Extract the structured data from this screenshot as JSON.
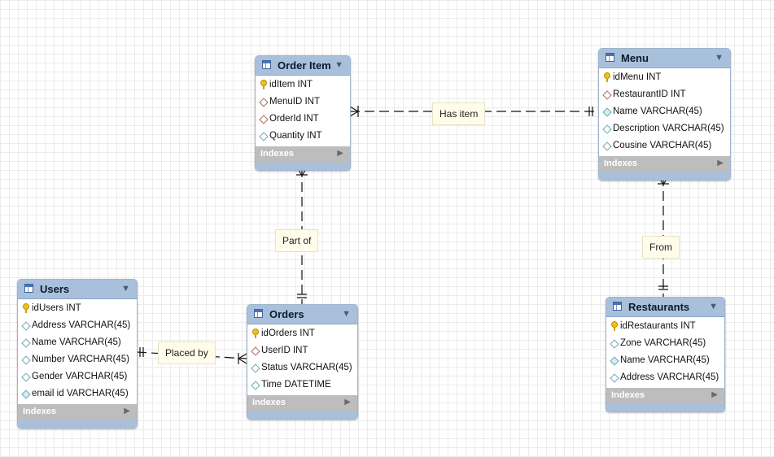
{
  "entities": {
    "order_item": {
      "title": "Order Item",
      "columns": [
        {
          "label": "idItem INT",
          "icon": "primary-key-icon"
        },
        {
          "label": "MenuID INT",
          "icon": "foreign-key-icon"
        },
        {
          "label": "OrderId INT",
          "icon": "foreign-key-icon"
        },
        {
          "label": "Quantity INT",
          "icon": "attribute-icon"
        }
      ],
      "indexes_label": "Indexes"
    },
    "menu": {
      "title": "Menu",
      "columns": [
        {
          "label": "idMenu INT",
          "icon": "primary-key-icon"
        },
        {
          "label": "RestaurantID INT",
          "icon": "foreign-key-icon"
        },
        {
          "label": "Name VARCHAR(45)",
          "icon": "attribute-icon"
        },
        {
          "label": "Description VARCHAR(45)",
          "icon": "attribute-icon"
        },
        {
          "label": "Cousine VARCHAR(45)",
          "icon": "attribute-icon"
        }
      ],
      "indexes_label": "Indexes"
    },
    "users": {
      "title": "Users",
      "columns": [
        {
          "label": "idUsers INT",
          "icon": "primary-key-icon"
        },
        {
          "label": "Address VARCHAR(45)",
          "icon": "attribute-icon"
        },
        {
          "label": "Name VARCHAR(45)",
          "icon": "attribute-icon"
        },
        {
          "label": "Number VARCHAR(45)",
          "icon": "attribute-icon"
        },
        {
          "label": "Gender VARCHAR(45)",
          "icon": "attribute-icon"
        },
        {
          "label": "email id VARCHAR(45)",
          "icon": "attribute-icon"
        }
      ],
      "indexes_label": "Indexes"
    },
    "orders": {
      "title": "Orders",
      "columns": [
        {
          "label": "idOrders INT",
          "icon": "primary-key-icon"
        },
        {
          "label": "UserID INT",
          "icon": "foreign-key-icon"
        },
        {
          "label": "Status VARCHAR(45)",
          "icon": "attribute-icon"
        },
        {
          "label": "Time DATETIME",
          "icon": "attribute-icon"
        }
      ],
      "indexes_label": "Indexes"
    },
    "restaurants": {
      "title": "Restaurants",
      "columns": [
        {
          "label": "idRestaurants INT",
          "icon": "primary-key-icon"
        },
        {
          "label": "Zone VARCHAR(45)",
          "icon": "attribute-icon"
        },
        {
          "label": "Name VARCHAR(45)",
          "icon": "attribute-icon"
        },
        {
          "label": "Address VARCHAR(45)",
          "icon": "attribute-icon"
        }
      ],
      "indexes_label": "Indexes"
    }
  },
  "relationships": {
    "has_item": {
      "label": "Has item",
      "from": "Order Item",
      "to": "Menu"
    },
    "part_of": {
      "label": "Part of",
      "from": "Order Item",
      "to": "Orders"
    },
    "placed_by": {
      "label": "Placed by",
      "from": "Orders",
      "to": "Users"
    },
    "from": {
      "label": "From",
      "from": "Menu",
      "to": "Restaurants"
    }
  },
  "colors": {
    "header": "#a8c0dc",
    "indexes_bar": "#bdbdbd",
    "label_bg": "#fffde9",
    "line": "#111111"
  }
}
